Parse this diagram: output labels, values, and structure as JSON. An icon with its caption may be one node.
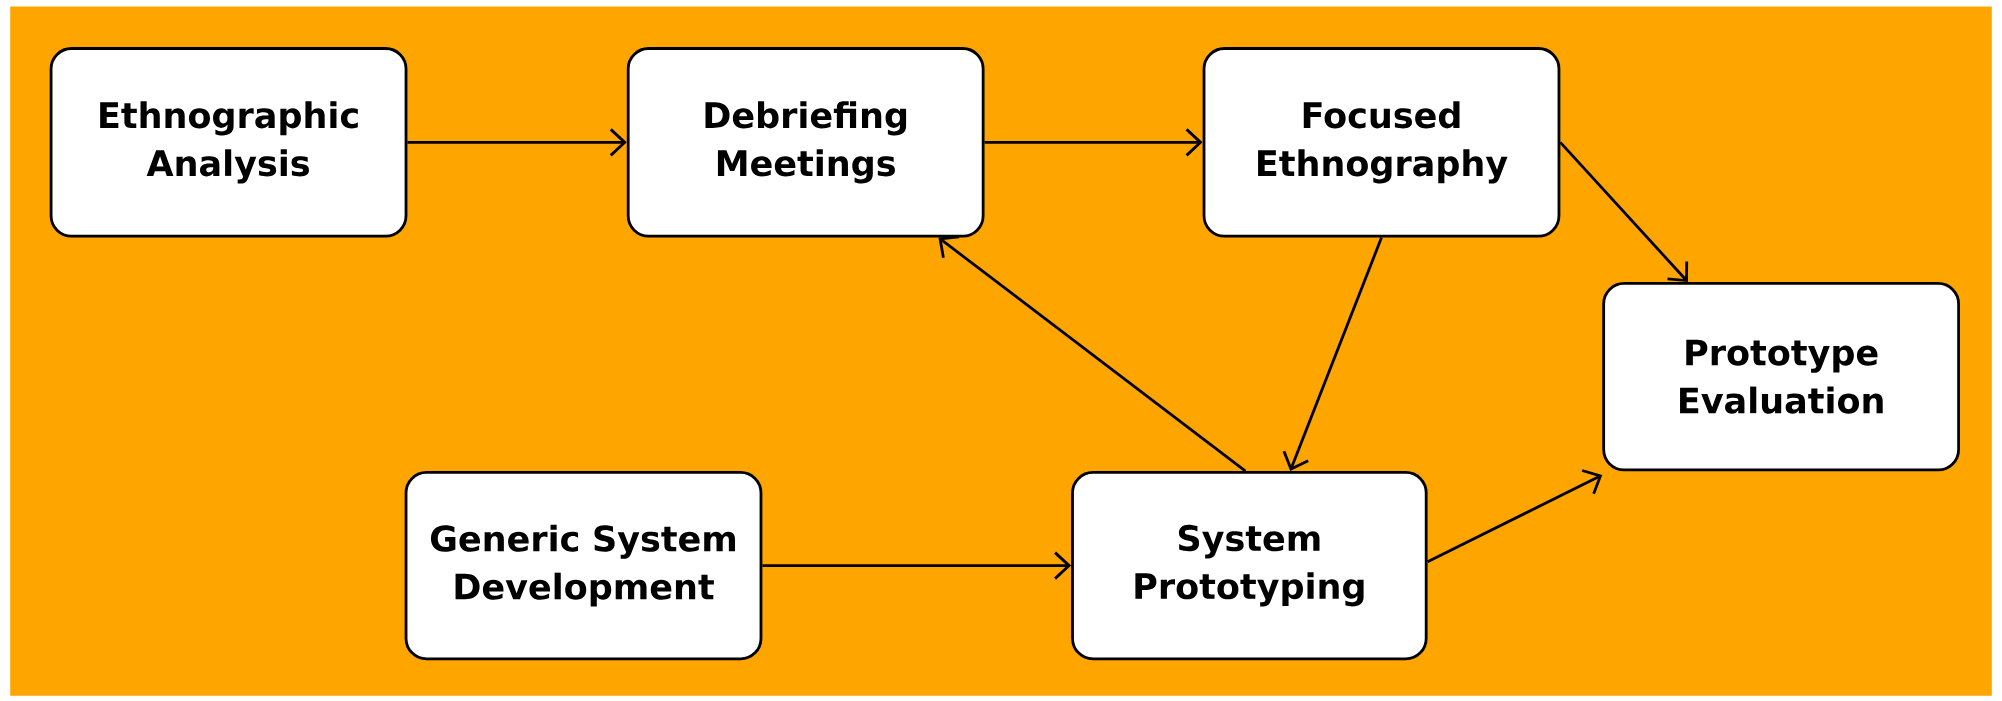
{
  "diagram": {
    "nodes": [
      {
        "text": [
          "Ethnographic Analysis"
        ]
      },
      {
        "text": [
          "Debriefing Meetings"
        ]
      },
      {
        "text": [
          "Focused Ethnography"
        ]
      },
      {
        "text": [
          "Prototype Evaluation"
        ]
      },
      {
        "text": [
          "Generic System Development"
        ]
      },
      {
        "text": [
          "System Prototyping"
        ]
      }
    ],
    "edges": [
      {
        "from": 0,
        "to": 1,
        "arrow": "to"
      },
      {
        "from": 1,
        "to": 2,
        "arrow": "to"
      },
      {
        "from": 2,
        "to": 3,
        "arrow": "to"
      },
      {
        "from": 2,
        "to": 5,
        "arrow": "to"
      },
      {
        "from": 5,
        "to": 1,
        "arrow": "to"
      },
      {
        "from": 4,
        "to": 5,
        "arrow": "to"
      },
      {
        "from": 5,
        "to": 3,
        "arrow": "to"
      }
    ]
  }
}
